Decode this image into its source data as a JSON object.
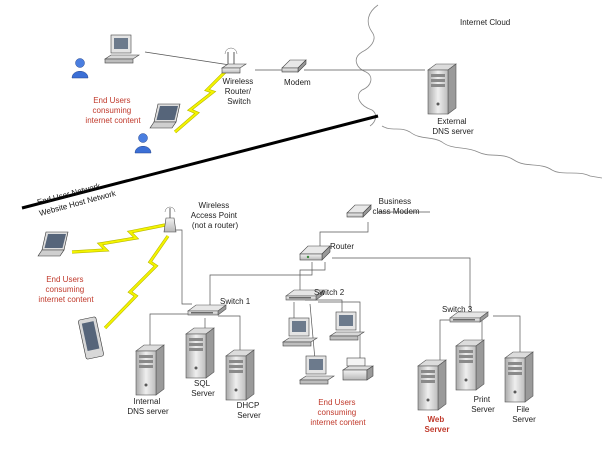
{
  "labels": {
    "internet_cloud": "Internet Cloud",
    "external_dns": [
      "External",
      "DNS server"
    ],
    "wireless_router": [
      "Wireless",
      "Router/",
      "Switch"
    ],
    "modem": "Modem",
    "end_users_top": [
      "End Users",
      "consuming",
      "internet content"
    ],
    "end_user_network": "End User Network",
    "website_host_network": "Website Host Network",
    "wap": [
      "Wireless",
      "Access Point",
      "(not a router)"
    ],
    "business_modem": [
      "Business",
      "class Modem"
    ],
    "router": "Router",
    "switch1": "Switch 1",
    "switch2": "Switch 2",
    "switch3": "Switch 3",
    "end_users_left": [
      "End Users",
      "consuming",
      "internet content"
    ],
    "end_users_bottom": [
      "End Users",
      "consuming",
      "internet content"
    ],
    "internal_dns": [
      "Internal",
      "DNS server"
    ],
    "sql_server": [
      "SQL",
      "Server"
    ],
    "dhcp_server": [
      "DHCP",
      "Server"
    ],
    "web_server": [
      "Web",
      "Server"
    ],
    "print_server": [
      "Print",
      "Server"
    ],
    "file_server": [
      "File",
      "Server"
    ]
  },
  "colors": {
    "red_label": "#c0392b",
    "lightning": "#e8e800",
    "user_blue": "#3b6fd6",
    "device_gray": "#cfcfcf"
  },
  "icons": [
    "desktop-pc-icon",
    "laptop-icon",
    "user-icon",
    "router-icon",
    "modem-icon",
    "server-tower-icon",
    "switch-icon",
    "access-point-icon",
    "tablet-icon",
    "printer-icon",
    "lightning-icon"
  ]
}
